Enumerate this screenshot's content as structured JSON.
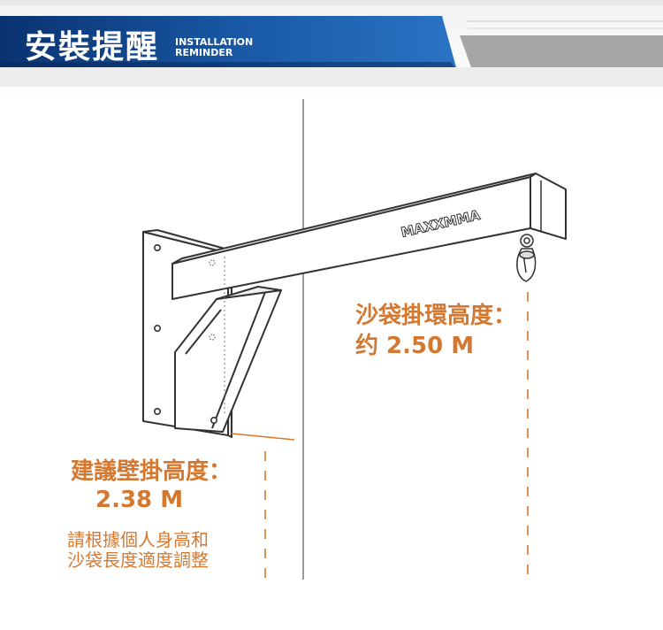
{
  "header": {
    "title_cn": "安裝提醒",
    "title_en_line1": "INSTALLATION",
    "title_en_line2": "REMINDER",
    "colors": {
      "blue_dark": "#0c3a78",
      "blue": "#1d62b0",
      "grey": "#a8a8a8"
    }
  },
  "bracket": {
    "brand": "MAXXMMA"
  },
  "ring_note": {
    "label": "沙袋掛環高度：",
    "value": "约 2.50 M"
  },
  "wall_note": {
    "label": "建議壁掛高度：",
    "value": "2.38 M",
    "line1": "請根據個人身高和",
    "line2": "沙袋長度適度調整"
  },
  "accent_color": "#d4782f"
}
